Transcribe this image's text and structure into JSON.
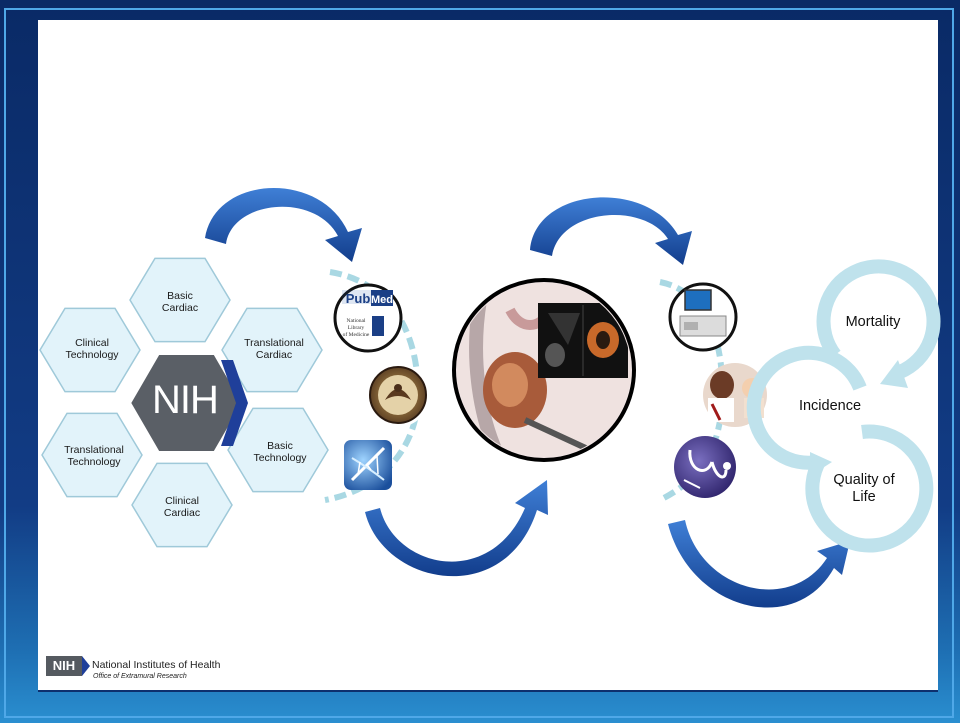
{
  "hexagons": {
    "top": "Basic\nCardiac",
    "upper_left": "Clinical\nTechnology",
    "upper_right": "Translational\nCardiac",
    "lower_left": "Translational\nTechnology",
    "lower_right": "Basic\nTechnology",
    "bottom": "Clinical\nCardiac"
  },
  "center_logo": "NIH",
  "outcomes": {
    "mortality": "Mortality",
    "incidence": "Incidence",
    "quality_of_life": "Quality of\nLife"
  },
  "footer": {
    "logo": "NIH",
    "title": "National Institutes of Health",
    "subtitle": "Office of Extramural Research"
  },
  "icons": {
    "pubmed": "pubmed-logo-icon",
    "agency_seal": "agency-seal-icon",
    "dna": "dna-helix-icon",
    "heart_imaging": "heart-imaging-icon",
    "computer_workstation": "computer-workstation-icon",
    "doctor_patient": "doctor-patient-icon",
    "stethoscope": "stethoscope-icon"
  },
  "colors": {
    "hexagon_fill": "#e2f3fa",
    "hexagon_stroke": "#9fc9d9",
    "nih_hex": "#555a60",
    "arrow_blue": "#1f56b3",
    "loop_ring": "#bfe2ec",
    "dashed_connector": "#a9d8e3",
    "frame_blue": "#0f3a82"
  }
}
